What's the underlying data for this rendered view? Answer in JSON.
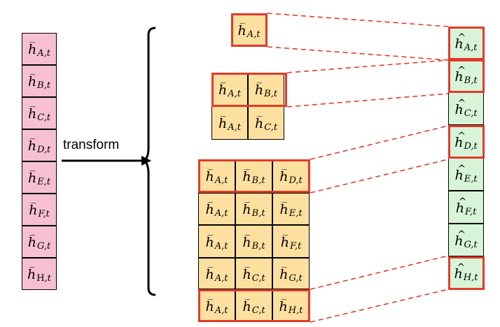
{
  "arrow_label": "transform",
  "colors": {
    "original": "#f6c0d2",
    "transformed": "#fde0a0",
    "output": "#d7f4d8",
    "highlight": "#e23a2a"
  },
  "original_column": [
    {
      "accent": "bar",
      "base": "h",
      "sub": "A",
      "sub2": ",t"
    },
    {
      "accent": "bar",
      "base": "h",
      "sub": "B",
      "sub2": ",t"
    },
    {
      "accent": "bar",
      "base": "h",
      "sub": "C",
      "sub2": ",t"
    },
    {
      "accent": "bar",
      "base": "h",
      "sub": "D",
      "sub2": ",t"
    },
    {
      "accent": "bar",
      "base": "h",
      "sub": "E",
      "sub2": ",t"
    },
    {
      "accent": "bar",
      "base": "h",
      "sub": "F",
      "sub2": ",t"
    },
    {
      "accent": "bar",
      "base": "h",
      "sub": "G",
      "sub2": ",t"
    },
    {
      "accent": "bar",
      "base": "h",
      "sub": "H",
      "sub2": ",t",
      "upright_sub": true
    }
  ],
  "group_1": [
    [
      {
        "accent": "bar",
        "base": "h",
        "sub": "A",
        "sub2": ",t"
      }
    ]
  ],
  "group_2": [
    [
      {
        "accent": "bar",
        "base": "h",
        "sub": "A",
        "sub2": ",t"
      },
      {
        "accent": "bar",
        "base": "h",
        "sub": "B",
        "sub2": ",t"
      }
    ],
    [
      {
        "accent": "bar",
        "base": "h",
        "sub": "A",
        "sub2": ",t"
      },
      {
        "accent": "bar",
        "base": "h",
        "sub": "C",
        "sub2": ",t"
      }
    ]
  ],
  "group_3": [
    [
      {
        "accent": "bar",
        "base": "h",
        "sub": "A",
        "sub2": ",t"
      },
      {
        "accent": "bar",
        "base": "h",
        "sub": "B",
        "sub2": ",t"
      },
      {
        "accent": "bar",
        "base": "h",
        "sub": "D",
        "sub2": ",t"
      }
    ],
    [
      {
        "accent": "bar",
        "base": "h",
        "sub": "A",
        "sub2": ",t"
      },
      {
        "accent": "bar",
        "base": "h",
        "sub": "B",
        "sub2": ",t"
      },
      {
        "accent": "bar",
        "base": "h",
        "sub": "E",
        "sub2": ",t"
      }
    ],
    [
      {
        "accent": "bar",
        "base": "h",
        "sub": "A",
        "sub2": ",t"
      },
      {
        "accent": "bar",
        "base": "h",
        "sub": "B",
        "sub2": ",t"
      },
      {
        "accent": "bar",
        "base": "h",
        "sub": "F",
        "sub2": ",t"
      }
    ],
    [
      {
        "accent": "bar",
        "base": "h",
        "sub": "A",
        "sub2": ",t"
      },
      {
        "accent": "bar",
        "base": "h",
        "sub": "C",
        "sub2": ",t"
      },
      {
        "accent": "bar",
        "base": "h",
        "sub": "G",
        "sub2": ",t"
      }
    ],
    [
      {
        "accent": "bar",
        "base": "h",
        "sub": "A",
        "sub2": ",t"
      },
      {
        "accent": "bar",
        "base": "h",
        "sub": "C",
        "sub2": ",t"
      },
      {
        "accent": "bar",
        "base": "h",
        "sub": "H",
        "sub2": ",t"
      }
    ]
  ],
  "output_column": [
    {
      "accent": "hat",
      "base": "h",
      "sub": "A",
      "sub2": ",t"
    },
    {
      "accent": "hat",
      "base": "h",
      "sub": "B",
      "sub2": ",t"
    },
    {
      "accent": "hat",
      "base": "h",
      "sub": "C",
      "sub2": ",t"
    },
    {
      "accent": "hat",
      "base": "h",
      "sub": "D",
      "sub2": ",t"
    },
    {
      "accent": "hat",
      "base": "h",
      "sub": "E",
      "sub2": ",t"
    },
    {
      "accent": "hat",
      "base": "h",
      "sub": "F",
      "sub2": ",t"
    },
    {
      "accent": "hat",
      "base": "h",
      "sub": "G",
      "sub2": ",t"
    },
    {
      "accent": "hat",
      "base": "h",
      "sub": "H",
      "sub2": ",t"
    }
  ],
  "highlighted_outputs": [
    "A",
    "B",
    "D",
    "H"
  ]
}
